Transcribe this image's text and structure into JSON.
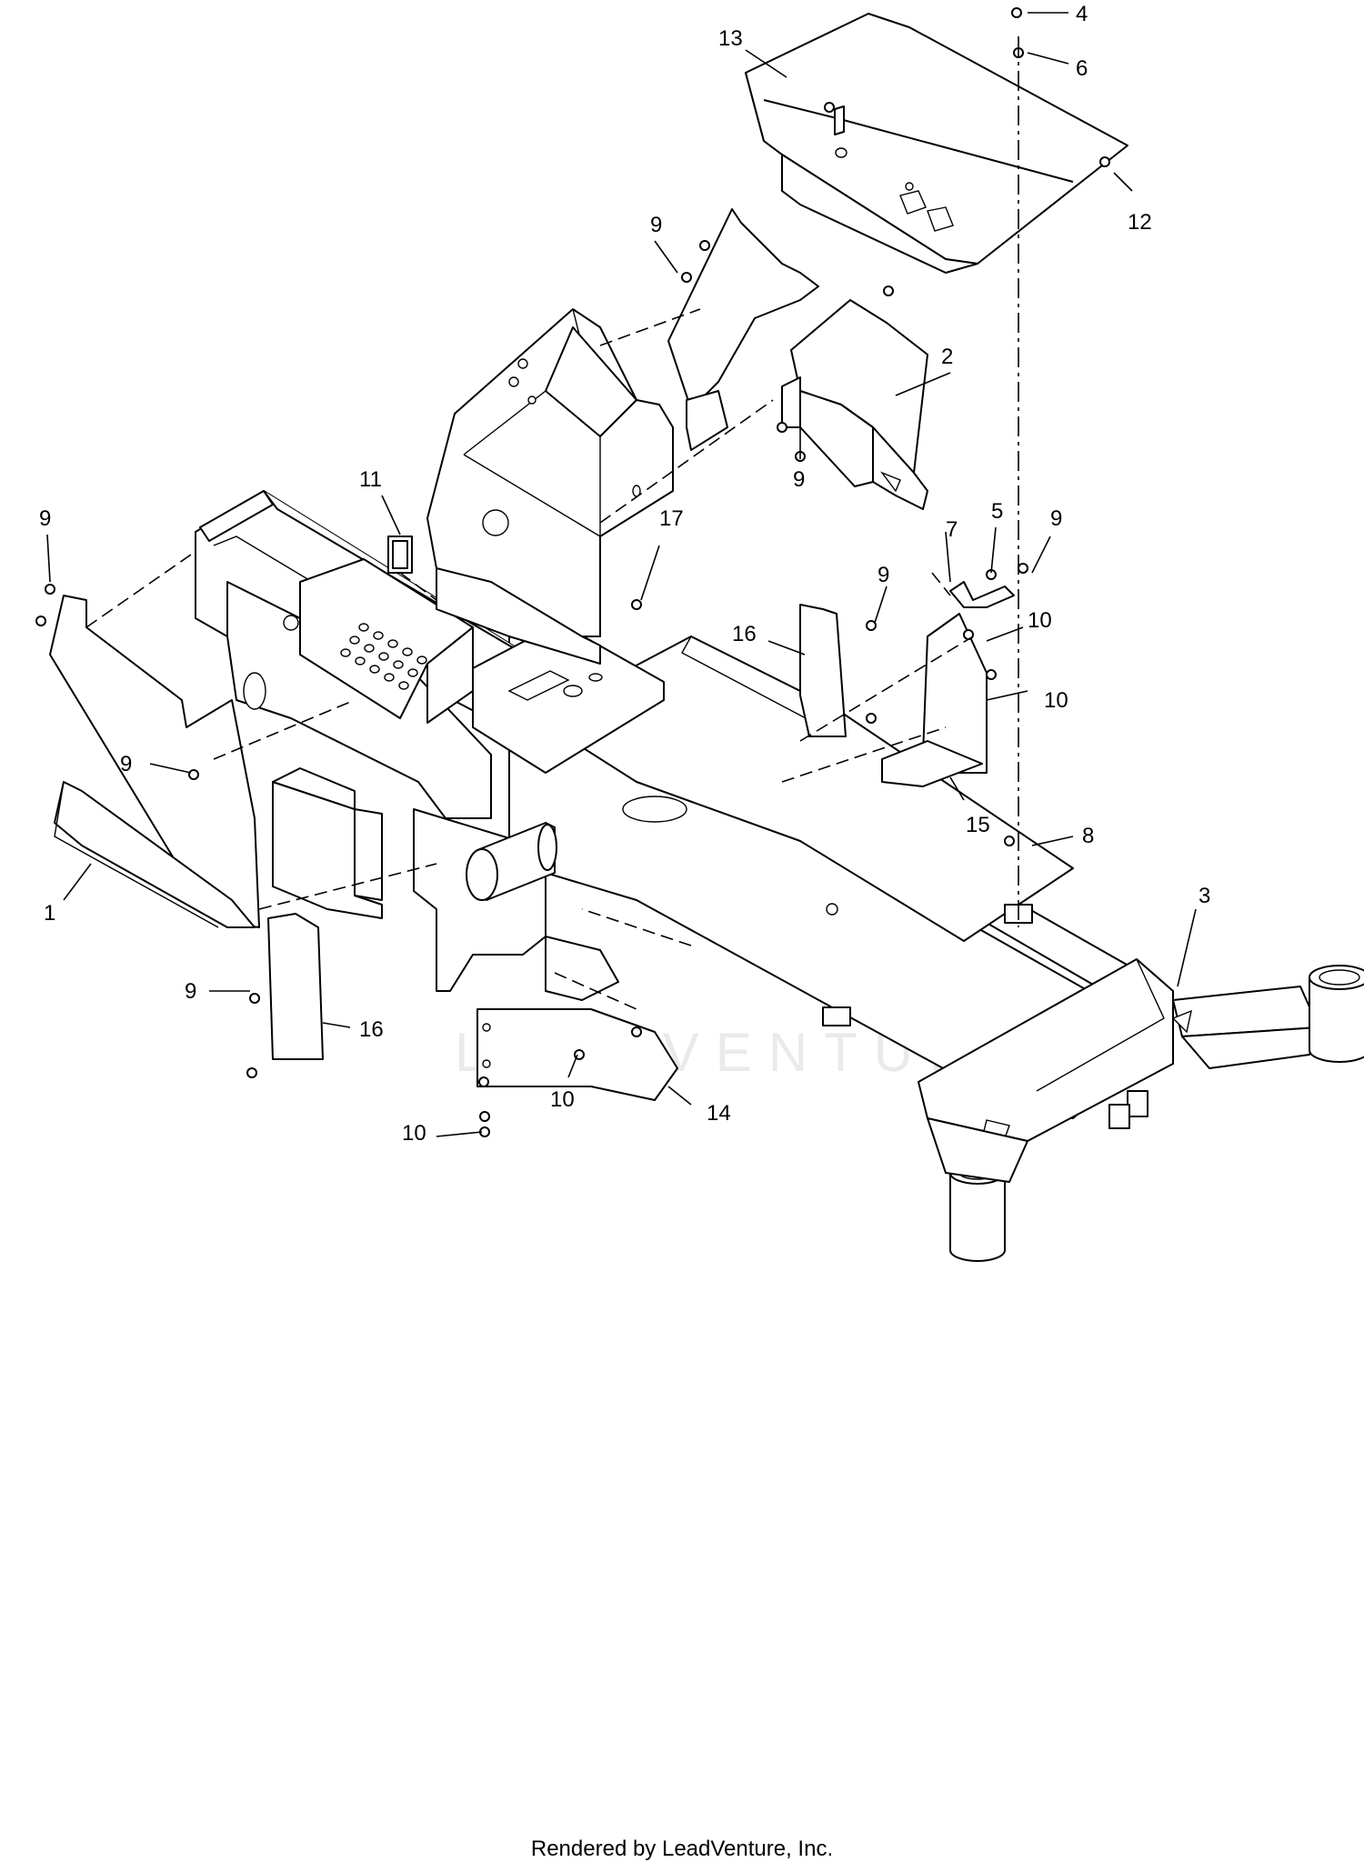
{
  "callouts": [
    {
      "id": "c13",
      "text": "13"
    },
    {
      "id": "c4",
      "text": "4"
    },
    {
      "id": "c6",
      "text": "6"
    },
    {
      "id": "c12",
      "text": "12"
    },
    {
      "id": "c9a",
      "text": "9"
    },
    {
      "id": "c2",
      "text": "2"
    },
    {
      "id": "c9b",
      "text": "9"
    },
    {
      "id": "c11",
      "text": "11"
    },
    {
      "id": "c9c",
      "text": "9"
    },
    {
      "id": "c17",
      "text": "17"
    },
    {
      "id": "c7",
      "text": "7"
    },
    {
      "id": "c5",
      "text": "5"
    },
    {
      "id": "c9d",
      "text": "9"
    },
    {
      "id": "c9e",
      "text": "9"
    },
    {
      "id": "c16a",
      "text": "16"
    },
    {
      "id": "c10a",
      "text": "10"
    },
    {
      "id": "c10b",
      "text": "10"
    },
    {
      "id": "c9f",
      "text": "9"
    },
    {
      "id": "c15",
      "text": "15"
    },
    {
      "id": "c8",
      "text": "8"
    },
    {
      "id": "c1",
      "text": "1"
    },
    {
      "id": "c3",
      "text": "3"
    },
    {
      "id": "c9g",
      "text": "9"
    },
    {
      "id": "c16b",
      "text": "16"
    },
    {
      "id": "c10c",
      "text": "10"
    },
    {
      "id": "c14",
      "text": "14"
    },
    {
      "id": "c10d",
      "text": "10"
    }
  ],
  "watermark": "LEADVENTURE",
  "footer": "Rendered by LeadVenture, Inc."
}
